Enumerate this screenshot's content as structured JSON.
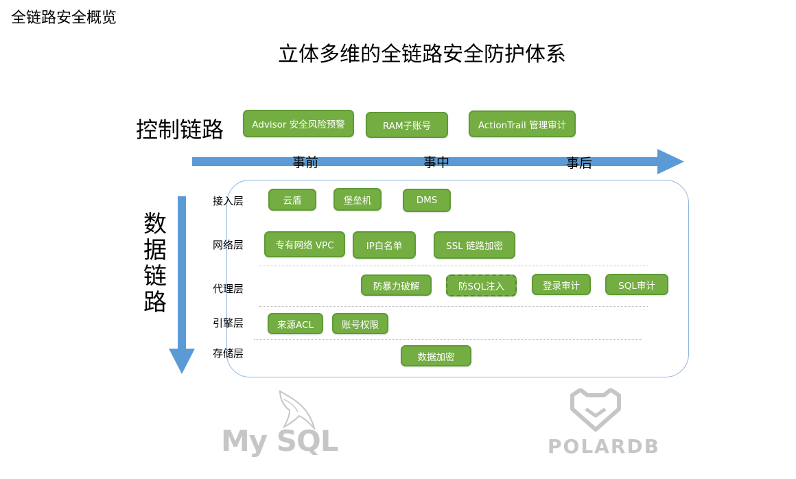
{
  "page_title": "全链路安全概览",
  "diagram": {
    "title": "立体多维的全链路安全防护体系",
    "control_link": {
      "label": "控制链路",
      "items": [
        "Advisor 安全风险预警",
        "RAM子账号",
        "ActionTrail 管理审计"
      ]
    },
    "phases": [
      "事前",
      "事中",
      "事后"
    ],
    "data_link": {
      "label_chars": [
        "数",
        "据",
        "链",
        "路"
      ]
    },
    "layers": [
      {
        "name": "接入层",
        "items": [
          "云盾",
          "堡垒机",
          "DMS"
        ]
      },
      {
        "name": "网络层",
        "items": [
          "专有网络 VPC",
          "IP白名单",
          "SSL 链路加密"
        ]
      },
      {
        "name": "代理层",
        "items": [
          "防暴力破解",
          "防SQL注入",
          "登录审计",
          "SQL审计"
        ]
      },
      {
        "name": "引擎层",
        "items": [
          "来源ACL",
          "账号权限"
        ]
      },
      {
        "name": "存储层",
        "items": [
          "数据加密"
        ]
      }
    ],
    "colors": {
      "chip_fill": "#74ad42",
      "arrow": "#5b9bd5",
      "panel_border": "#8fb5de"
    }
  },
  "logos": {
    "mysql": "My SQL",
    "polardb": "POLARDB"
  }
}
